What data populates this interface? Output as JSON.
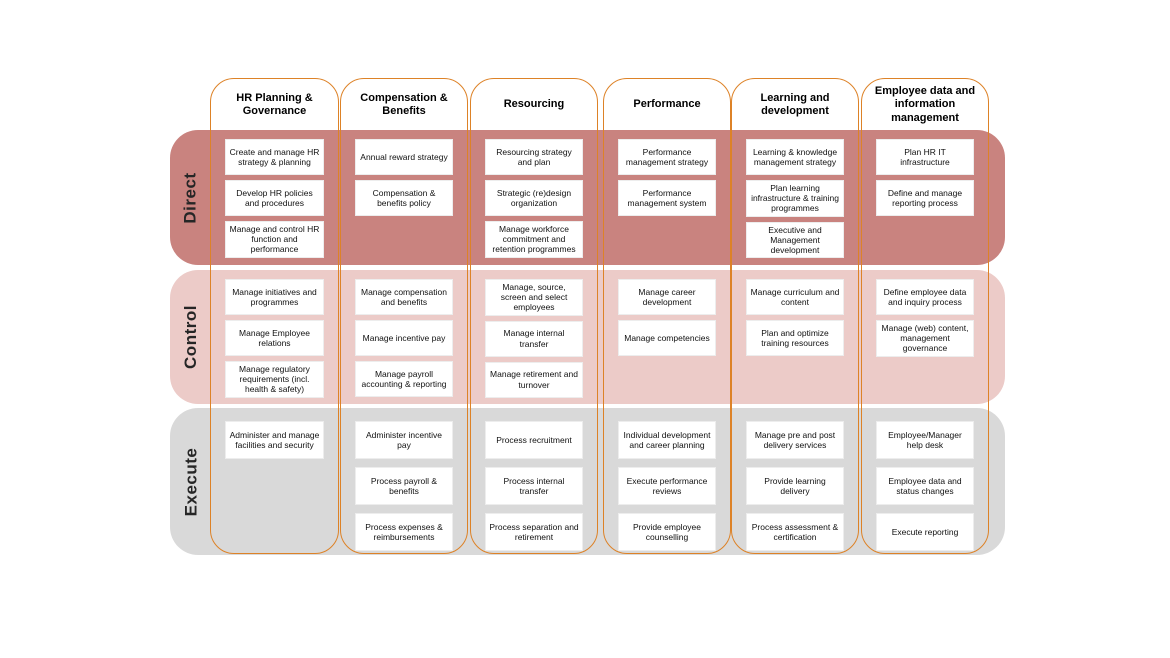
{
  "model": {
    "accent_border_color": "#dd8227",
    "rows": [
      {
        "id": "direct",
        "label": "Direct",
        "color": "#c9837f"
      },
      {
        "id": "control",
        "label": "Control",
        "color": "#eccbc8"
      },
      {
        "id": "execute",
        "label": "Execute",
        "color": "#d9d9d9"
      }
    ],
    "columns": [
      {
        "header": "HR Planning & Governance",
        "direct": [
          "Create and manage HR strategy & planning",
          "Develop HR policies and procedures",
          "Manage and control HR function and performance"
        ],
        "control": [
          "Manage initiatives and programmes",
          "Manage Employee relations",
          "Manage regulatory requirements (incl. health & safety)"
        ],
        "execute": [
          "Administer and manage facilities and security"
        ]
      },
      {
        "header": "Compensation & Benefits",
        "direct": [
          "Annual reward strategy",
          "Compensation & benefits policy"
        ],
        "control": [
          "Manage compensation and benefits",
          "Manage incentive pay",
          "Manage payroll accounting & reporting"
        ],
        "execute": [
          "Administer incentive pay",
          "Process payroll & benefits",
          "Process expenses & reimbursements"
        ]
      },
      {
        "header": "Resourcing",
        "direct": [
          "Resourcing strategy and plan",
          "Strategic (re)design organization",
          "Manage workforce commitment and retention programmes"
        ],
        "control": [
          "Manage, source, screen and select employees",
          "Manage internal transfer",
          "Manage retirement and turnover"
        ],
        "execute": [
          "Process recruitment",
          "Process internal transfer",
          "Process separation and retirement"
        ]
      },
      {
        "header": "Performance",
        "direct": [
          "Performance management strategy",
          "Performance management system"
        ],
        "control": [
          "Manage career development",
          "Manage competencies"
        ],
        "execute": [
          "Individual development and career planning",
          "Execute performance reviews",
          "Provide employee counselling"
        ]
      },
      {
        "header": "Learning and development",
        "direct": [
          "Learning & knowledge management strategy",
          "Plan learning infrastructure & training programmes",
          "Executive and Management development"
        ],
        "control": [
          "Manage curriculum and content",
          "Plan and optimize training resources"
        ],
        "execute": [
          "Manage pre and post delivery services",
          "Provide learning delivery",
          "Process assessment & certification"
        ]
      },
      {
        "header": "Employee data and information management",
        "direct": [
          "Plan HR IT infrastructure",
          "Define and manage reporting process"
        ],
        "control": [
          "Define employee data and inquiry process",
          "Manage (web) content, management governance"
        ],
        "execute": [
          "Employee/Manager help desk",
          "Employee data and status changes",
          "Execute reporting"
        ]
      }
    ]
  }
}
